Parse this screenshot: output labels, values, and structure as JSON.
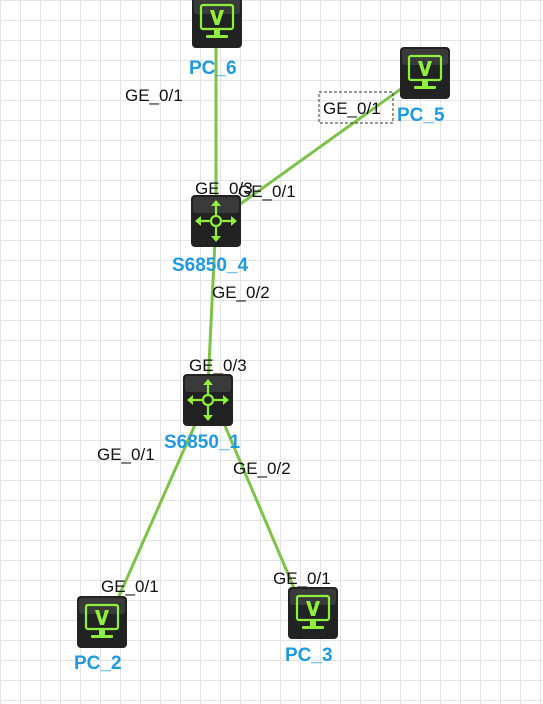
{
  "devices": {
    "pc6": {
      "label": "PC_6",
      "type": "pc",
      "icon": "monitor-icon"
    },
    "pc5": {
      "label": "PC_5",
      "type": "pc",
      "icon": "monitor-icon"
    },
    "s4": {
      "label": "S6850_4",
      "type": "switch",
      "icon": "switch-arrows-icon"
    },
    "s1": {
      "label": "S6850_1",
      "type": "switch",
      "icon": "switch-arrows-icon"
    },
    "pc2": {
      "label": "PC_2",
      "type": "pc",
      "icon": "monitor-icon"
    },
    "pc3": {
      "label": "PC_3",
      "type": "pc",
      "icon": "monitor-icon"
    }
  },
  "links": [
    {
      "from": "pc6",
      "to": "s4",
      "from_port": "GE_0/1",
      "to_port": "GE_0/3"
    },
    {
      "from": "pc5",
      "to": "s4",
      "from_port": "GE_0/1",
      "to_port": "GE_0/1"
    },
    {
      "from": "s4",
      "to": "s1",
      "from_port": "GE_0/2",
      "to_port": "GE_0/3"
    },
    {
      "from": "s1",
      "to": "pc2",
      "from_port": "GE_0/1",
      "to_port": "GE_0/1"
    },
    {
      "from": "s1",
      "to": "pc3",
      "from_port": "GE_0/2",
      "to_port": "GE_0/1"
    }
  ],
  "colors": {
    "link": "#7dc24a",
    "device_label": "#1f9ae0",
    "icon_accent": "#8ef03c",
    "device_body": "#222222"
  }
}
